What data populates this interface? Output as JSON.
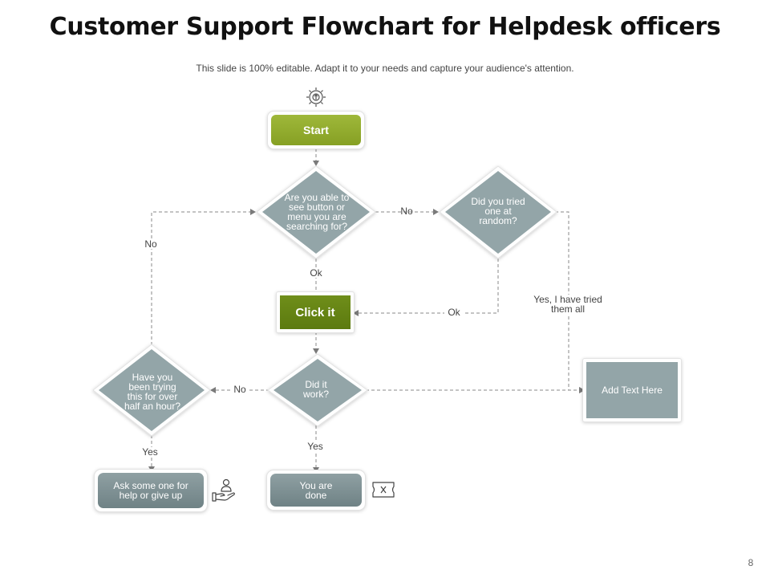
{
  "slide": {
    "title": "Customer Support Flowchart for Helpdesk officers",
    "subtitle": "This slide is 100% editable. Adapt it to your needs and capture your audience's attention.",
    "page_number": "8"
  },
  "nodes": {
    "start": "Start",
    "q_see_button": "Are you able to see button or menu you are searching for?",
    "q_tried_random": "Did you tried one at random?",
    "click_it": "Click it",
    "q_did_it_work": "Did it work?",
    "q_trying_hour": "Have you been trying this for over half an hour?",
    "add_text": "Add Text Here",
    "ask_help": "Ask some one for help or give up",
    "done": "You are done"
  },
  "edge_labels": {
    "see_no": "No",
    "see_ok": "Ok",
    "random_ok": "Ok",
    "random_yes": "Yes, I have  tried them all",
    "hour_no": "No",
    "work_no": "No",
    "hour_yes": "Yes",
    "work_yes": "Yes"
  },
  "colors": {
    "start_green": "#9fb83a",
    "click_green": "#6f8e1a",
    "diamond_gray": "#93a5a8",
    "box_gray": "#7d9093",
    "connector": "#8a8a8a"
  },
  "icons": [
    "gear-settings-icon",
    "hand-person-icon",
    "ticket-close-icon"
  ]
}
